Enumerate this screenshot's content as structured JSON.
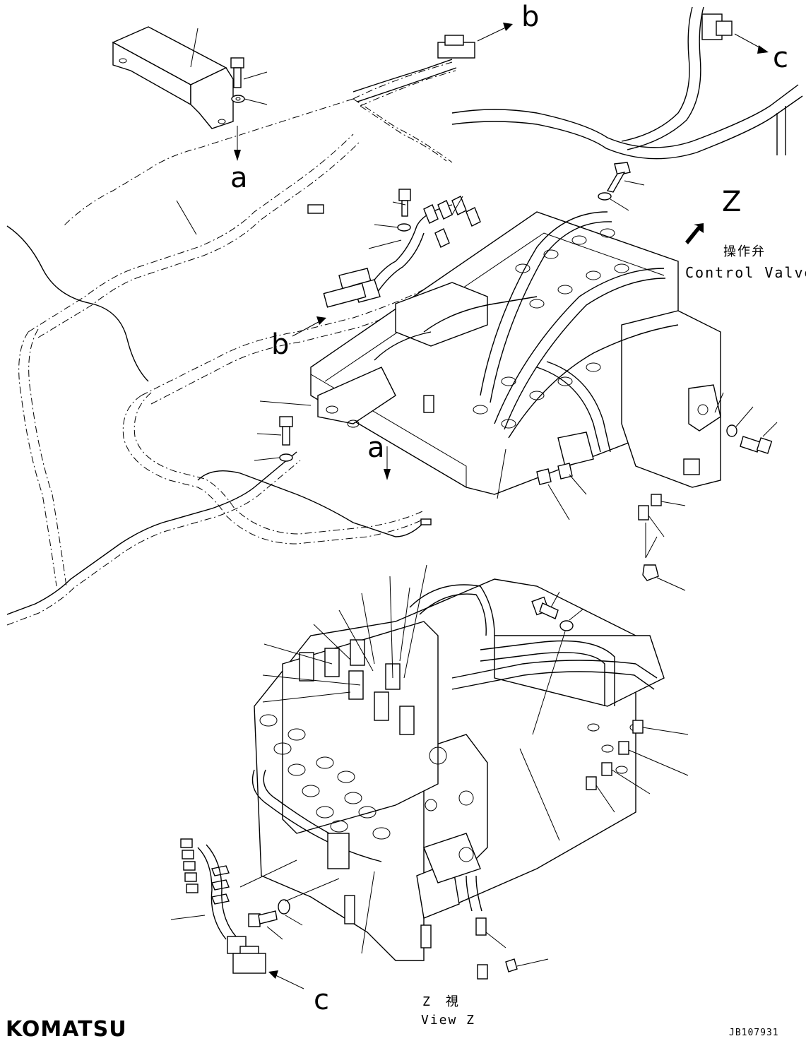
{
  "labels": {
    "ref_b_top": "b",
    "ref_c_top": "c",
    "ref_a_top": "a",
    "ref_b_mid": "b",
    "ref_a_mid": "a",
    "ref_c_bottom": "c",
    "view_letter": "Z",
    "control_valve_jp": "操作弁",
    "control_valve_en": "Control Valve",
    "view_z_jp": "Z　視",
    "view_z_en": "View Z"
  },
  "brand": "KOMATSU",
  "document_id": "JB107931",
  "colors": {
    "ink": "#000000",
    "paper": "#ffffff"
  }
}
